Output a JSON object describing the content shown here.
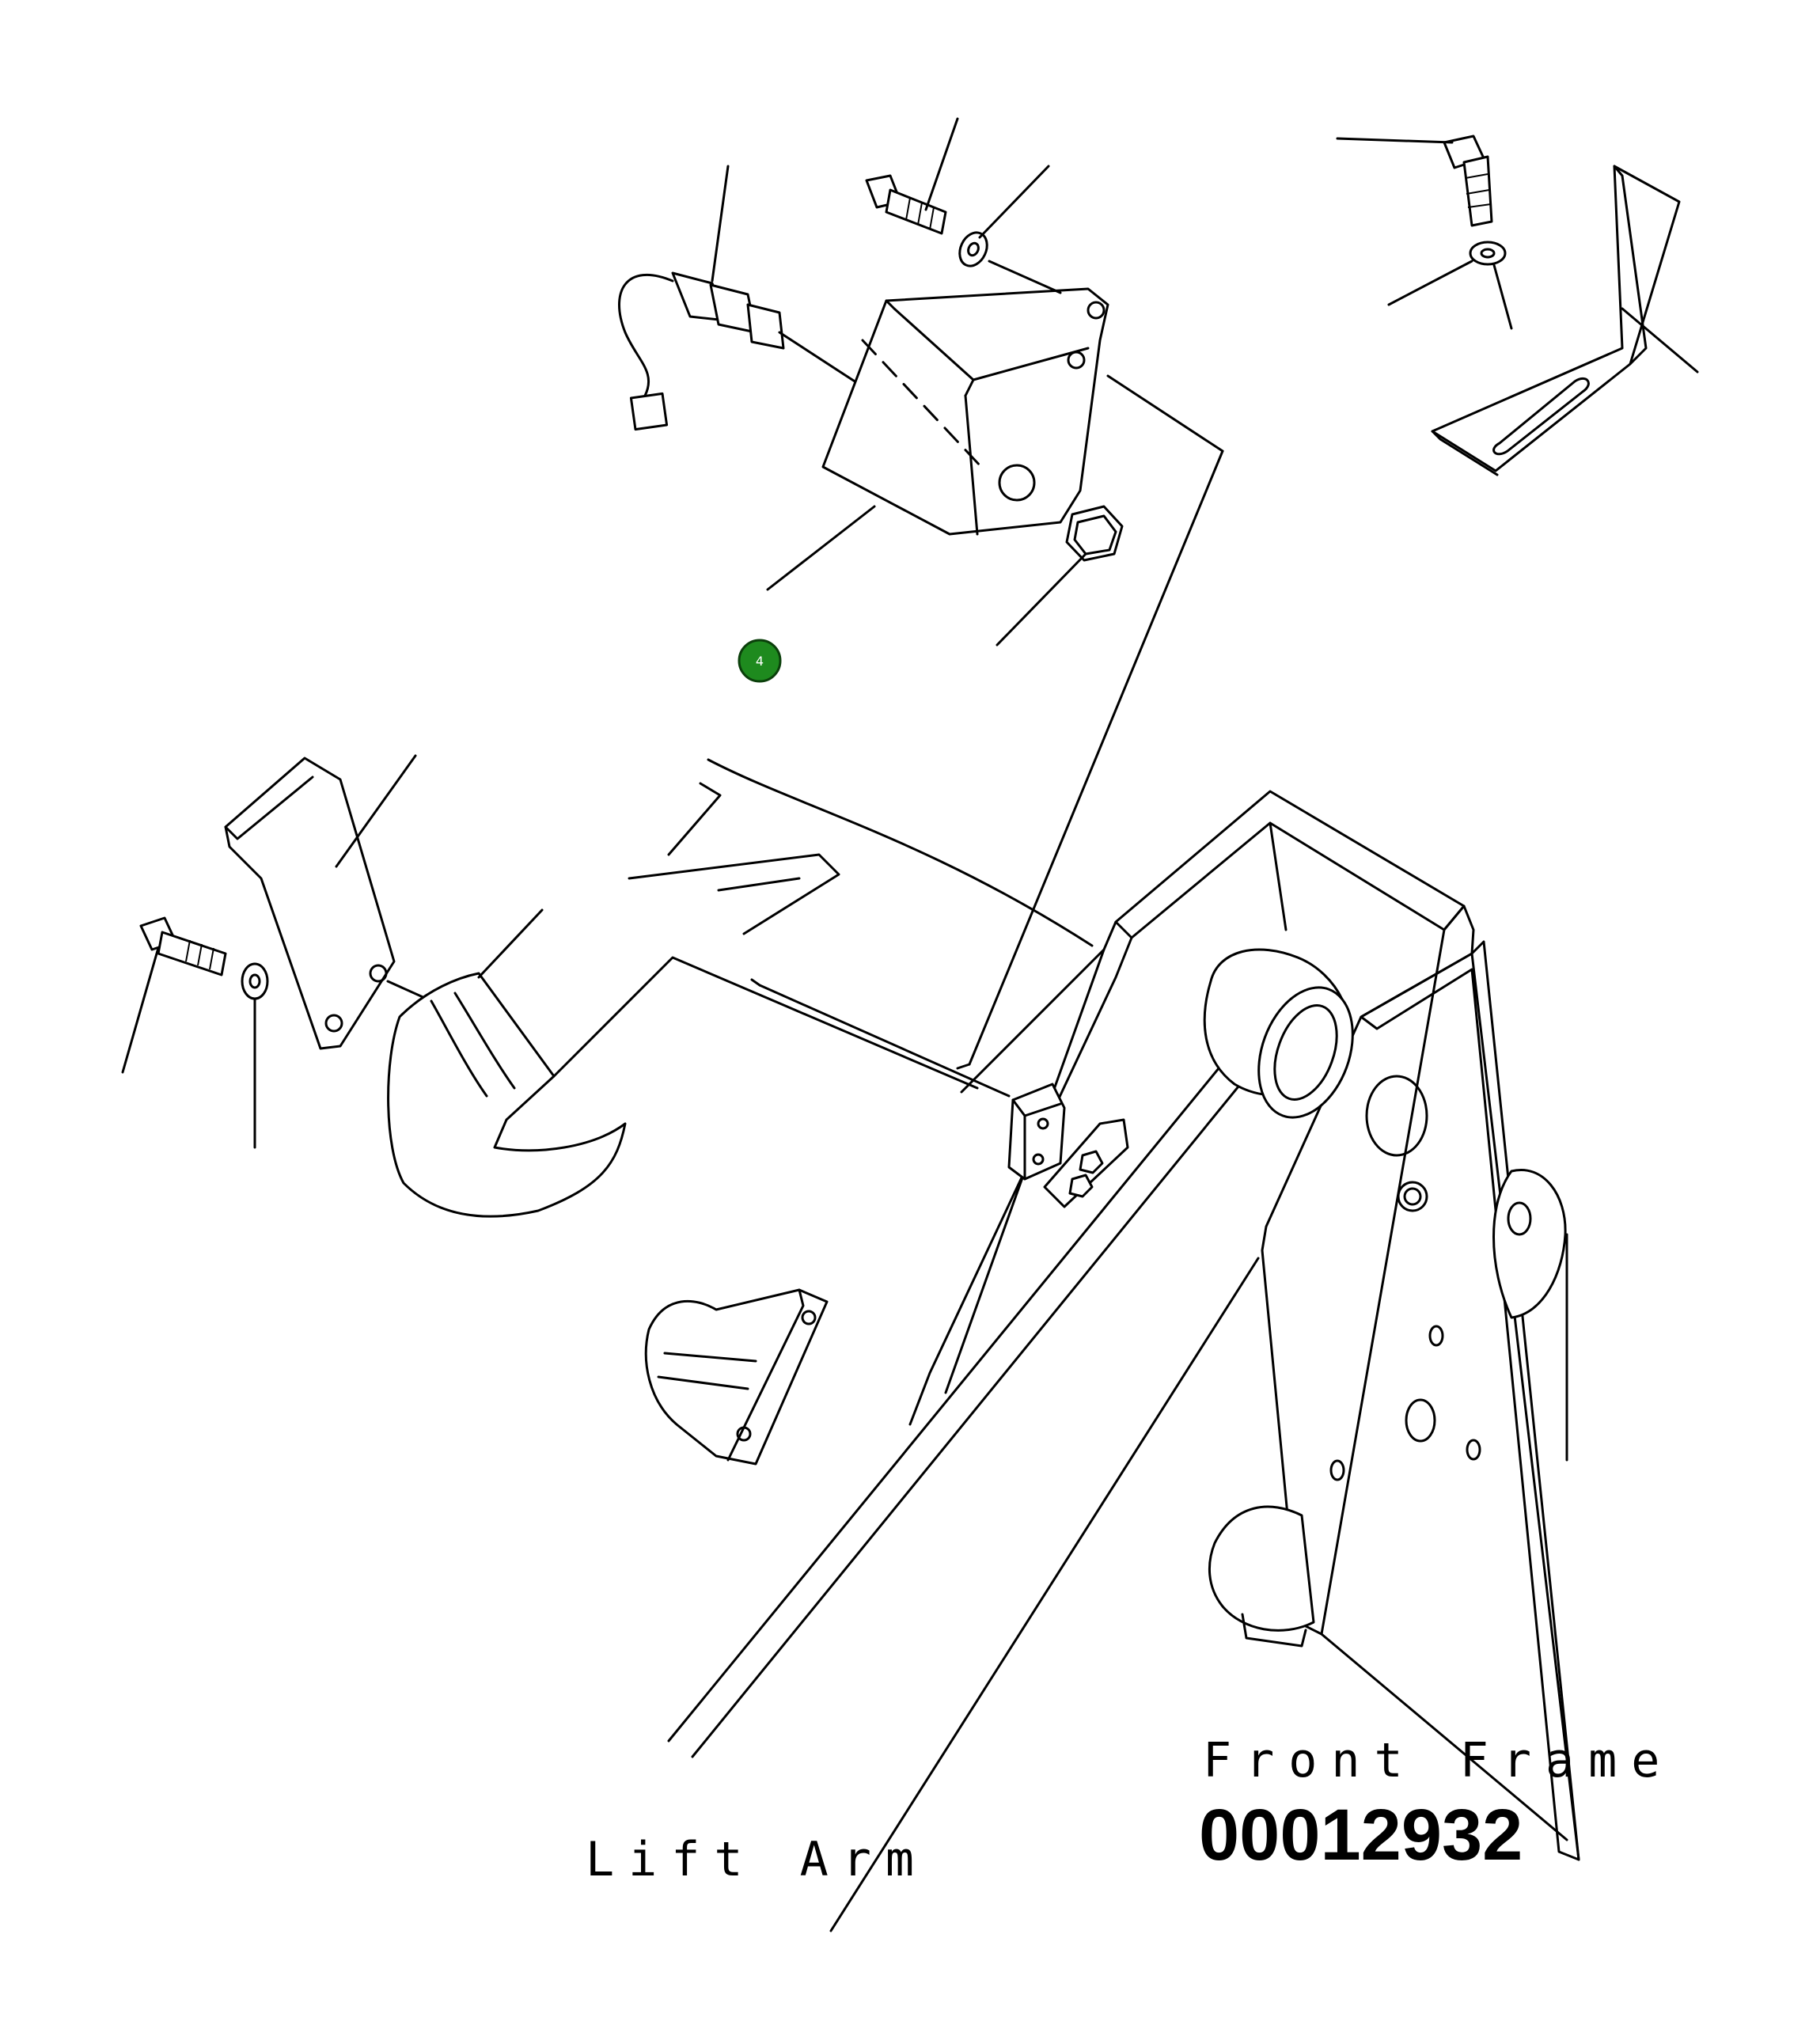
{
  "labels": {
    "front_frame": "Front Frame",
    "lift_arm": "Lift Arm",
    "drawing_number": "00012932"
  },
  "callouts": [
    {
      "number": "4",
      "color": "#1e8a1e"
    }
  ],
  "colors": {
    "line": "#000000",
    "background": "#ffffff",
    "callout_fill": "#1e8a1e"
  }
}
